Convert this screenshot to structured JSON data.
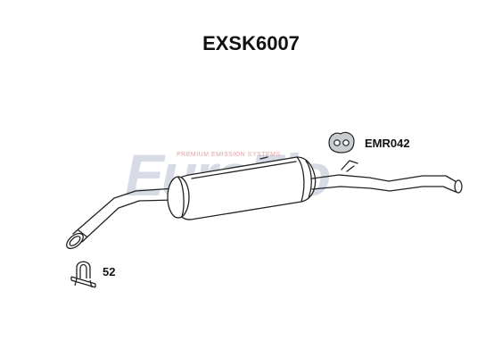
{
  "title": "EXSK6007",
  "watermark": {
    "brand": "EuroFlo",
    "tagline": "PREMIUM EMISSION SYSTEMS"
  },
  "parts": {
    "mounting_rubber": {
      "code": "EMR042",
      "icon": "rubber-hanger-icon"
    },
    "clamp": {
      "code": "52",
      "icon": "u-bolt-clamp-icon"
    },
    "silencer": {
      "icon": "rear-silencer-icon"
    }
  }
}
